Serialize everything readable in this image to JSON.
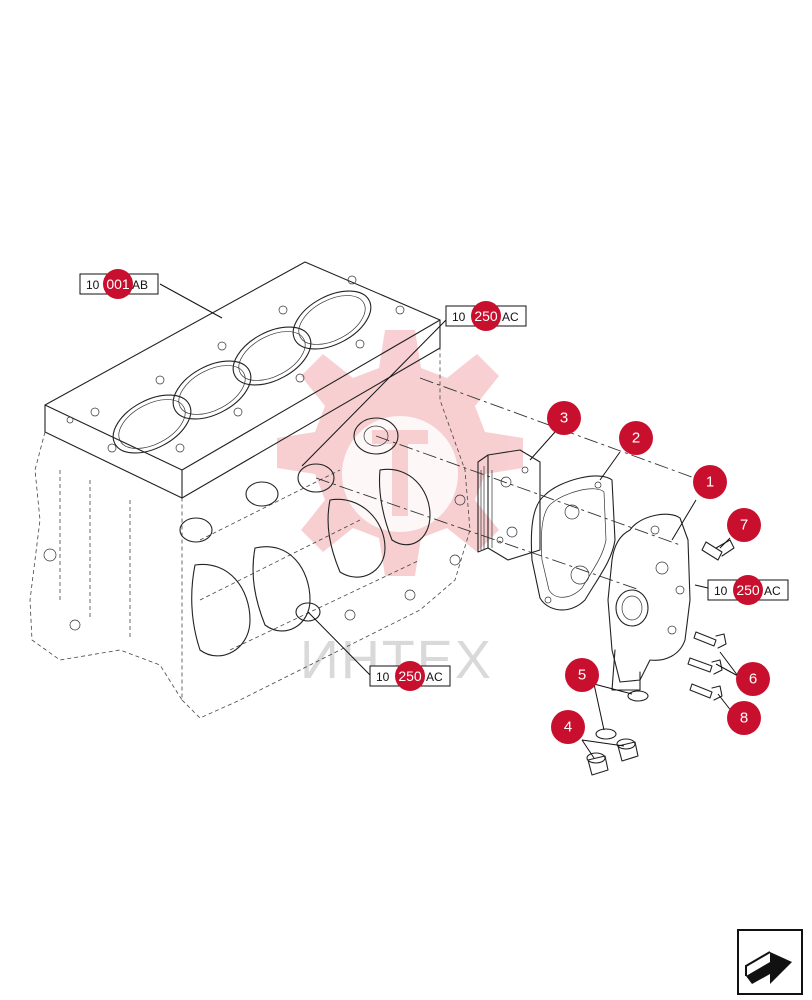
{
  "watermark": {
    "text": "ИНТЕХ",
    "color": "#f2a8ad"
  },
  "references": [
    {
      "id": "ref-engine-block",
      "prefix": "10",
      "highlight": "001",
      "suffix": "AB"
    },
    {
      "id": "ref-top",
      "prefix": "10",
      "highlight": "250",
      "suffix": "AC"
    },
    {
      "id": "ref-right",
      "prefix": "10",
      "highlight": "250",
      "suffix": "AC"
    },
    {
      "id": "ref-bottom",
      "prefix": "10",
      "highlight": "250",
      "suffix": "AC"
    }
  ],
  "callouts": [
    "1",
    "2",
    "3",
    "4",
    "5",
    "6",
    "7",
    "8"
  ],
  "accent_color": "#c8102e"
}
